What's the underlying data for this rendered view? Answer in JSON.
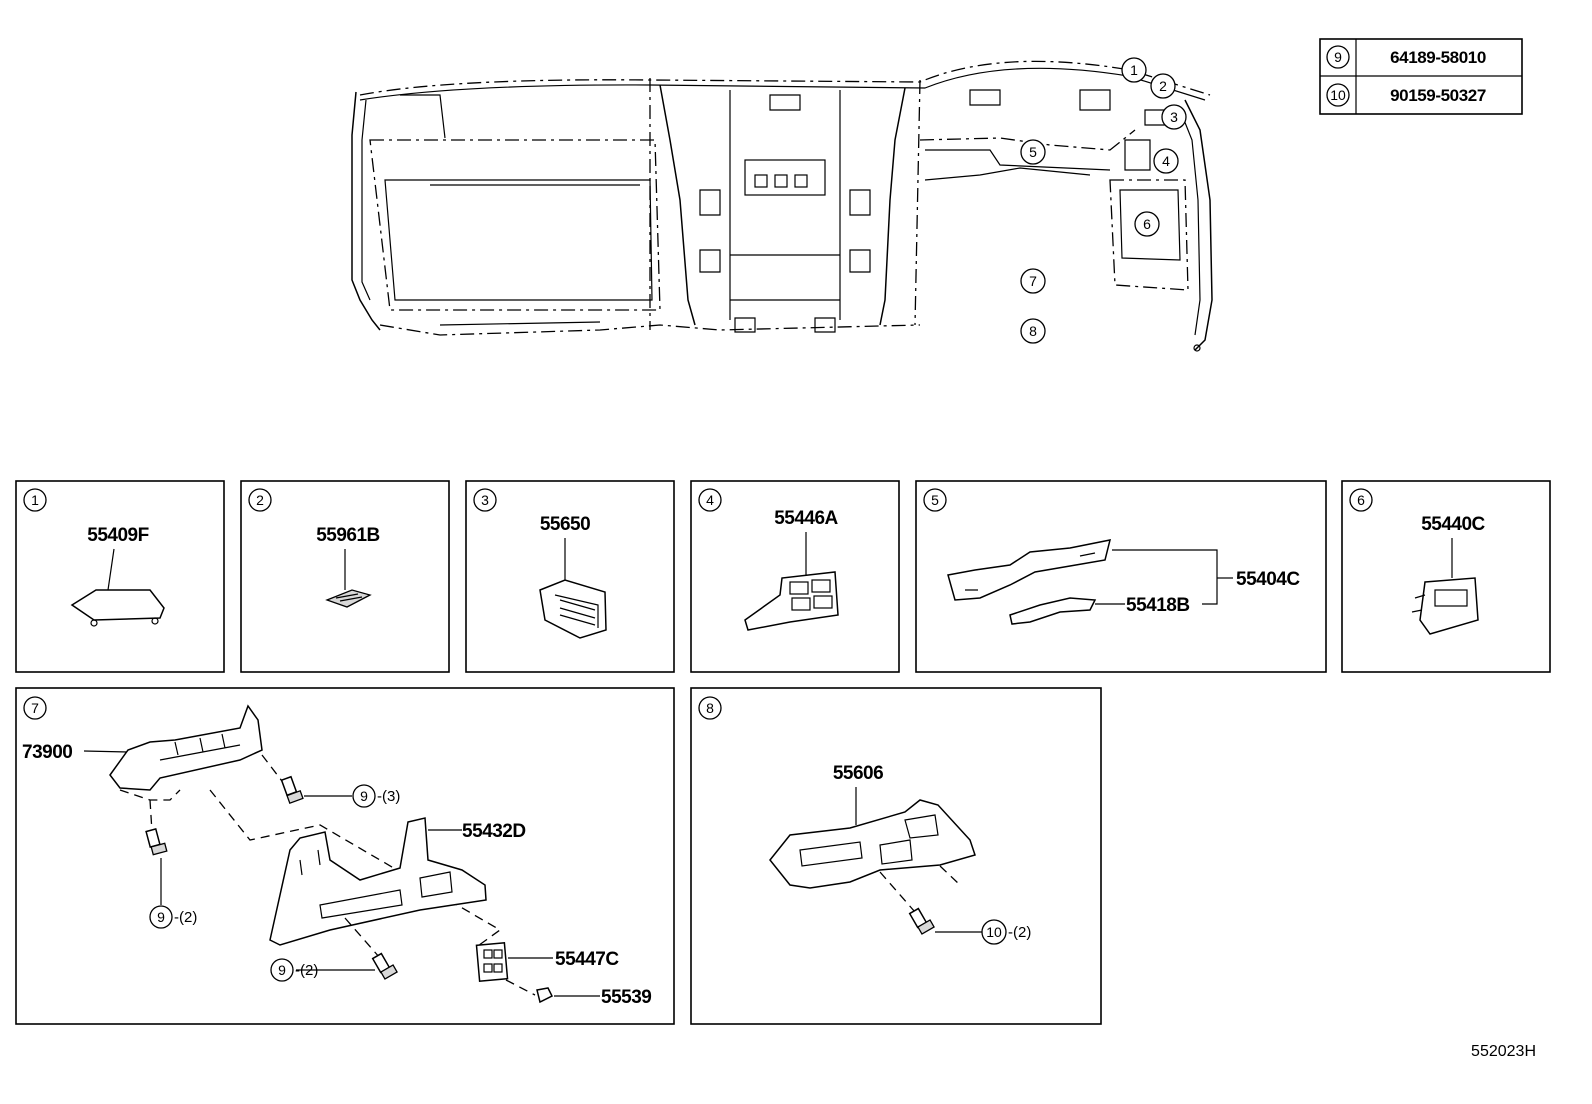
{
  "legend": [
    {
      "num": "9",
      "part": "64189-58010"
    },
    {
      "num": "10",
      "part": "90159-50327"
    }
  ],
  "overview_callouts": [
    "1",
    "2",
    "3",
    "4",
    "5",
    "6",
    "7",
    "8"
  ],
  "panels": [
    {
      "num": "1",
      "parts": [
        "55409F"
      ]
    },
    {
      "num": "2",
      "parts": [
        "55961B"
      ]
    },
    {
      "num": "3",
      "parts": [
        "55650"
      ]
    },
    {
      "num": "4",
      "parts": [
        "55446A"
      ]
    },
    {
      "num": "5",
      "parts": [
        "55404C",
        "55418B"
      ]
    },
    {
      "num": "6",
      "parts": [
        "55440C"
      ]
    },
    {
      "num": "7",
      "parts": [
        "73900",
        "55432D",
        "55447C",
        "55539"
      ],
      "fasteners": [
        {
          "ref": "9",
          "qty": "-(3)"
        },
        {
          "ref": "9",
          "qty": "-(2)"
        },
        {
          "ref": "9",
          "qty": "-(2)"
        }
      ]
    },
    {
      "num": "8",
      "parts": [
        "55606"
      ],
      "fasteners": [
        {
          "ref": "10",
          "qty": "-(2)"
        }
      ]
    }
  ],
  "diagram_code": "552023H"
}
